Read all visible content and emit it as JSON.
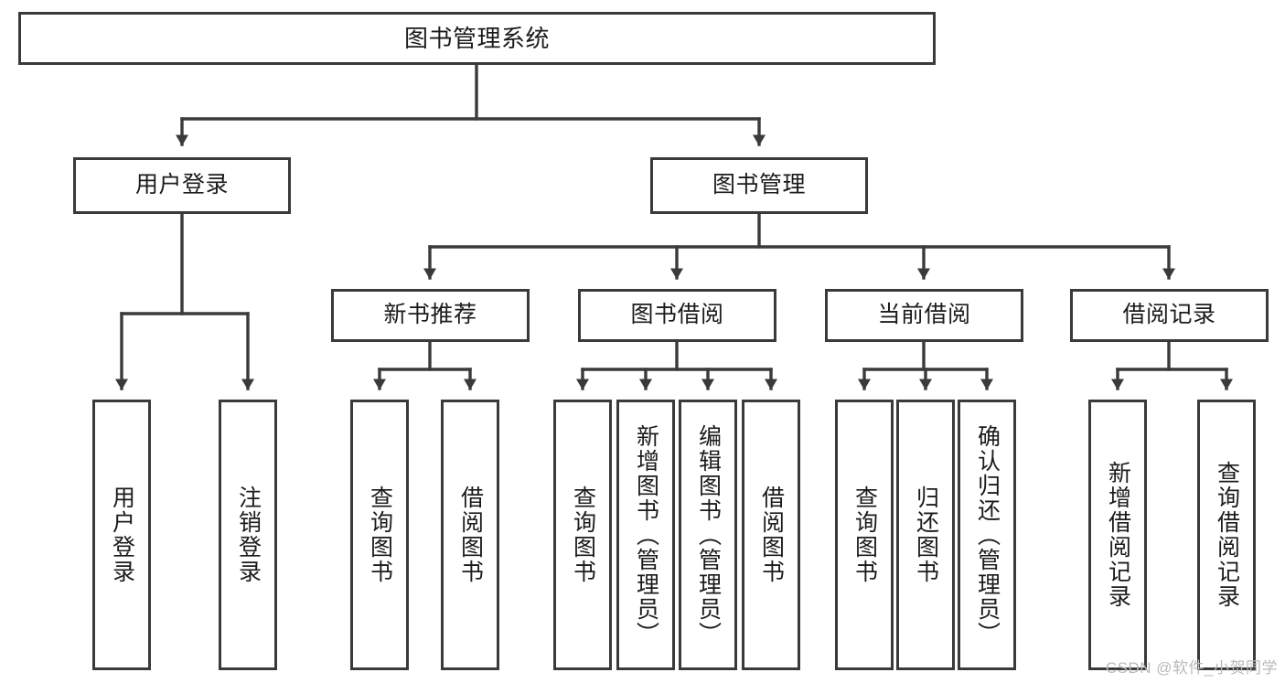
{
  "diagram": {
    "type": "tree-hierarchy-flowchart",
    "title": "图书管理系统",
    "edge_style": "orthogonal-elbow-with-arrowheads",
    "colors": {
      "box_border": "#3a3a3a",
      "box_fill": "#ffffff",
      "edge": "#3a3a3a",
      "text": "#1b1b1b",
      "background": "#ffffff",
      "watermark": "#b9b9b9"
    },
    "levels": [
      {
        "level": 1,
        "labels": [
          "图书管理系统"
        ]
      },
      {
        "level": 2,
        "labels": [
          "用户登录",
          "图书管理"
        ]
      },
      {
        "level": 3,
        "labels": [
          "新书推荐",
          "图书借阅",
          "当前借阅",
          "借阅记录"
        ]
      },
      {
        "level": 4,
        "labels": [
          "用户登录",
          "注销登录",
          "查询图书",
          "借阅图书",
          "查询图书",
          "新增图书（管理员）",
          "编辑图书（管理员）",
          "借阅图书",
          "查询图书",
          "归还图书",
          "确认归还（管理员）",
          "新增借阅记录",
          "查询借阅记录"
        ]
      }
    ],
    "nodes": {
      "root": {
        "label": "图书管理系统"
      },
      "user_login": {
        "label": "用户登录"
      },
      "book_mgmt": {
        "label": "图书管理"
      },
      "new_book_rec": {
        "label": "新书推荐"
      },
      "book_borrow": {
        "label": "图书借阅"
      },
      "current_borrow": {
        "label": "当前借阅"
      },
      "borrow_record": {
        "label": "借阅记录"
      },
      "leaf_user_login": {
        "label": "用户登录"
      },
      "leaf_logout": {
        "label": "注销登录"
      },
      "leaf_query_book_1": {
        "label": "查询图书"
      },
      "leaf_borrow_book_1": {
        "label": "借阅图书"
      },
      "leaf_query_book_2": {
        "label": "查询图书"
      },
      "leaf_add_book": {
        "label": "新增图书（管理员）"
      },
      "leaf_edit_book": {
        "label": "编辑图书（管理员）"
      },
      "leaf_borrow_book_2": {
        "label": "借阅图书"
      },
      "leaf_query_book_3": {
        "label": "查询图书"
      },
      "leaf_return_book": {
        "label": "归还图书"
      },
      "leaf_confirm_return": {
        "label": "确认归还（管理员）"
      },
      "leaf_add_record": {
        "label": "新增借阅记录"
      },
      "leaf_query_record": {
        "label": "查询借阅记录"
      }
    }
  },
  "watermark": {
    "text": "CSDN @软件_小贺同学"
  }
}
